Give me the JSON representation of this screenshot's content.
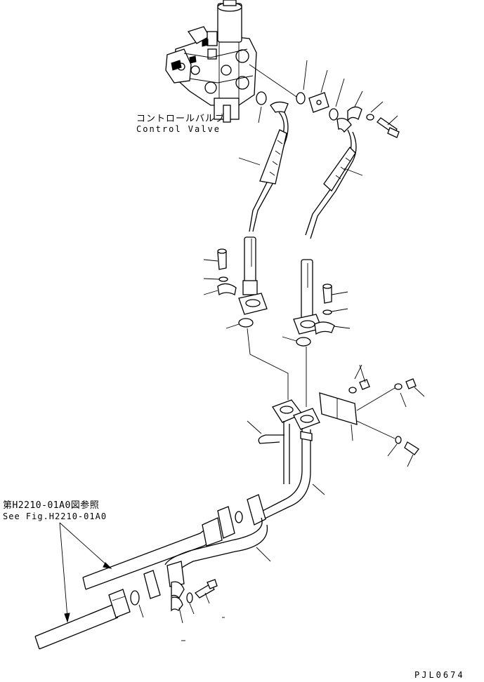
{
  "labels": {
    "control_valve_jp": "コントロールバルブ",
    "control_valve_en": "Control Valve",
    "ref_jp": "第H2210-01A0図参照",
    "ref_en": "See Fig.H2210-01A0",
    "drawing_code": "PJL0674"
  },
  "icons": [
    "control-valve-icon",
    "hose-icon",
    "pipe-icon",
    "flange-icon",
    "o-ring-icon",
    "bolt-icon",
    "washer-icon",
    "nut-icon",
    "clamp-bracket-icon"
  ]
}
